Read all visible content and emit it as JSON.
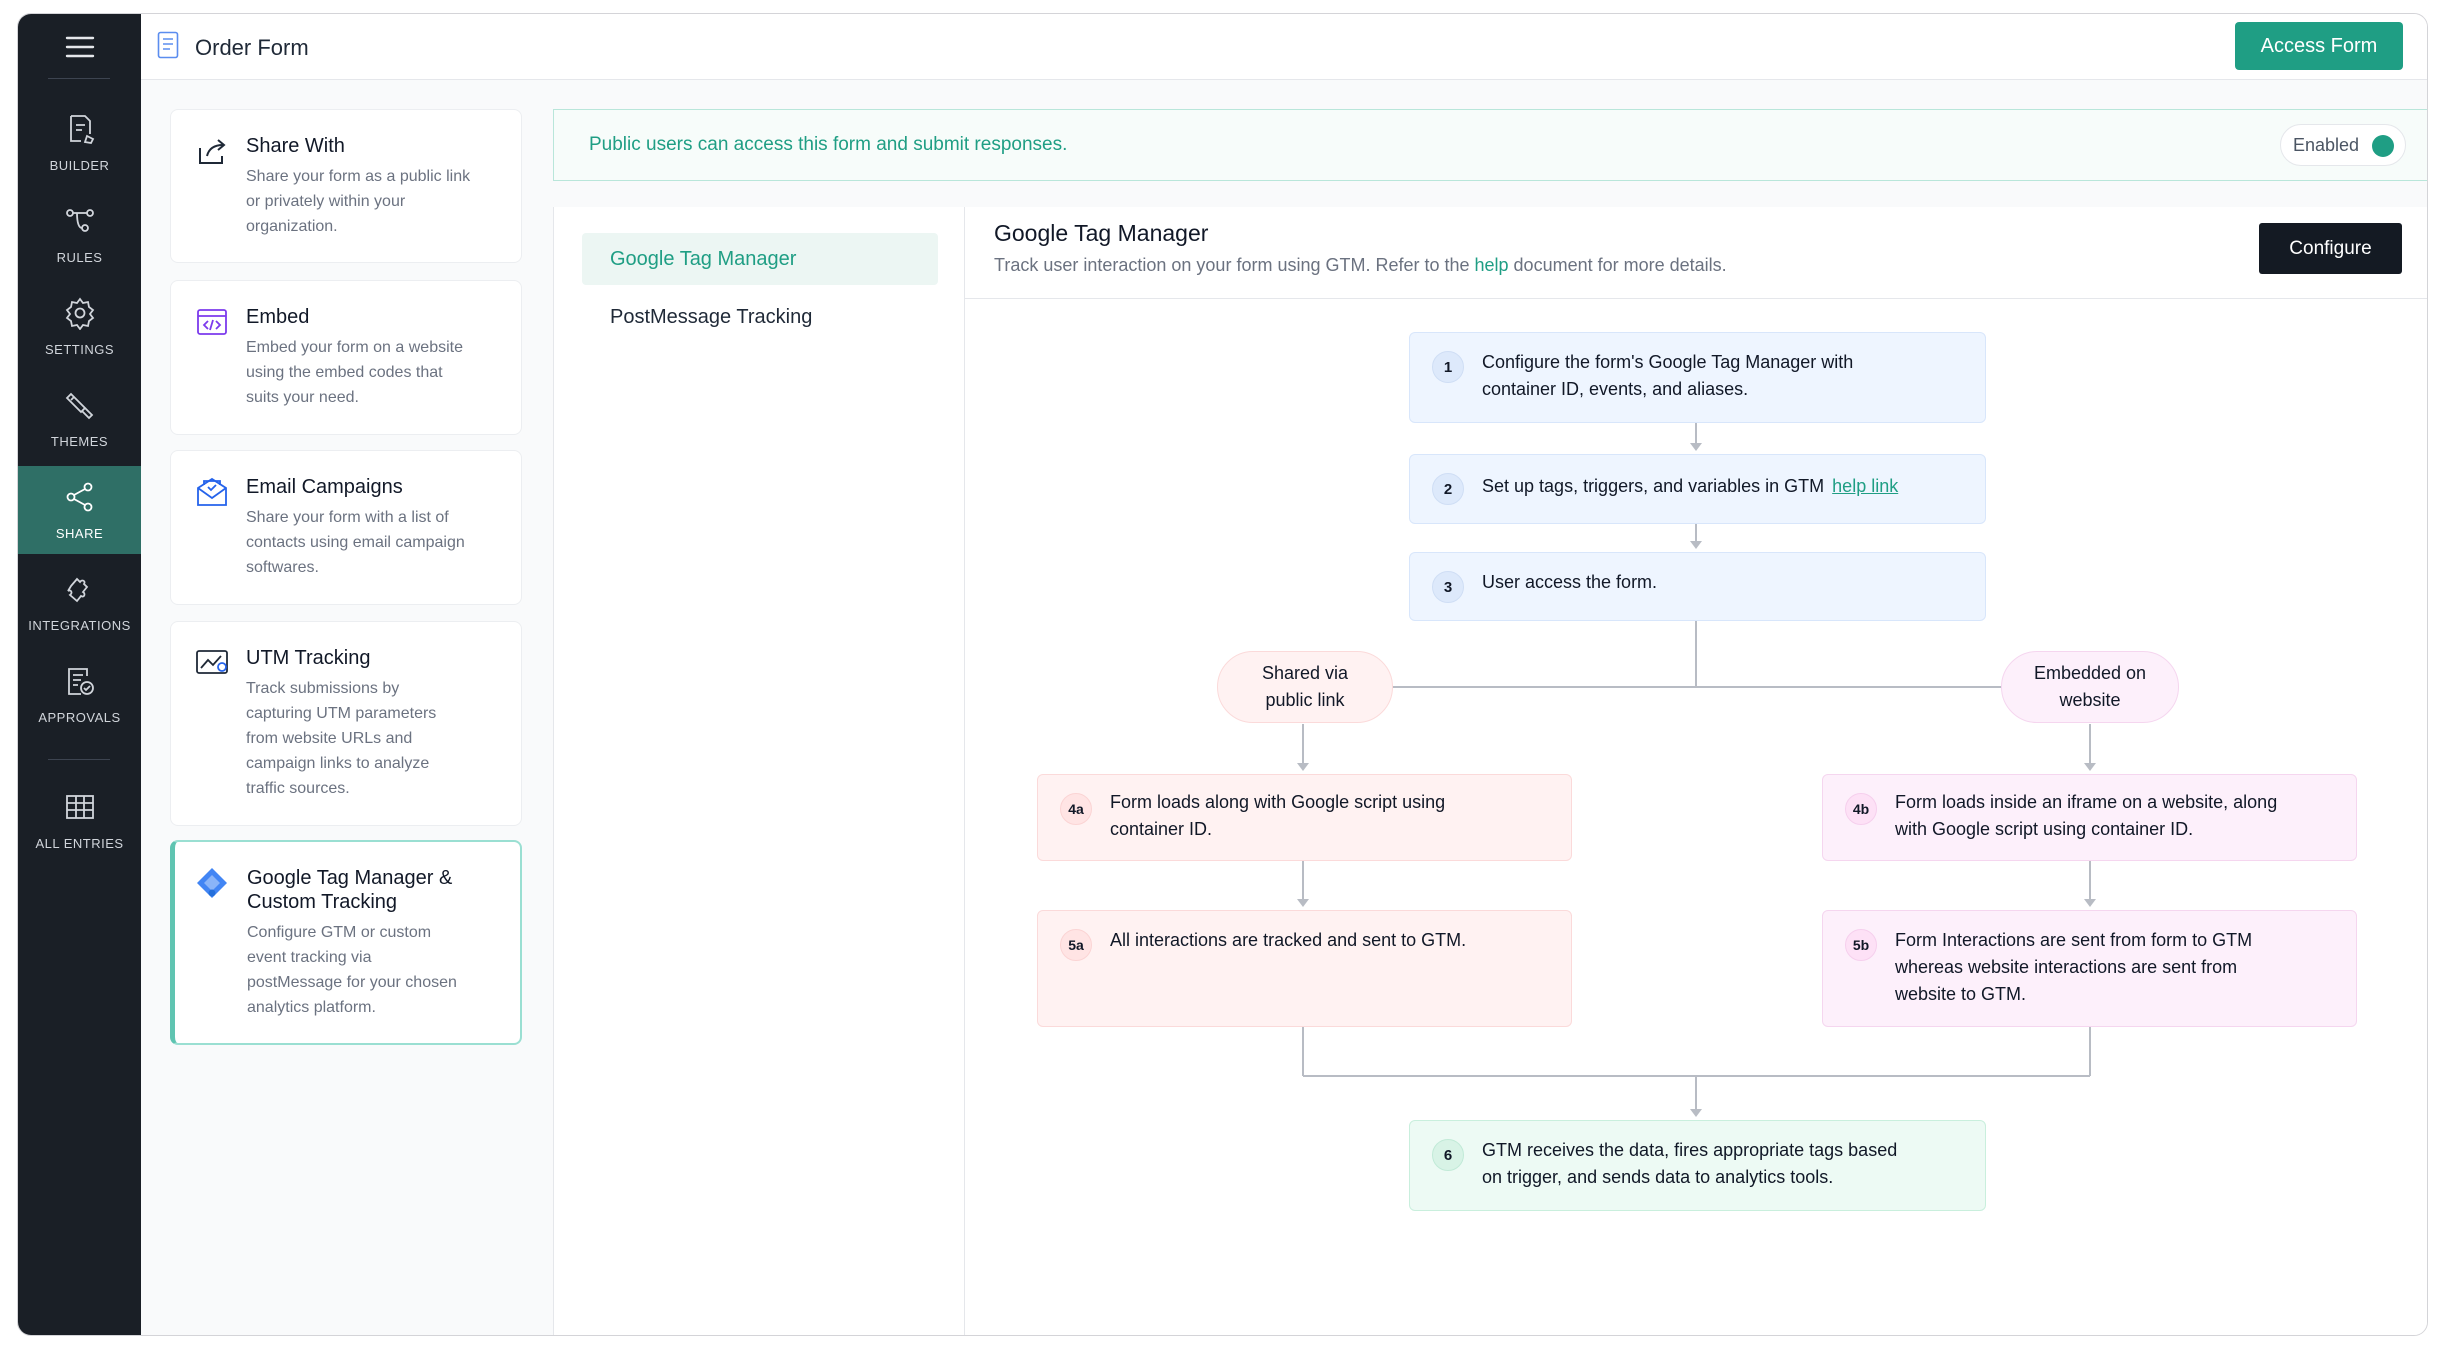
{
  "header": {
    "title": "Order Form",
    "access_button": "Access Form"
  },
  "sidebar": {
    "items": [
      {
        "label": "BUILDER",
        "icon": "builder-icon"
      },
      {
        "label": "RULES",
        "icon": "rules-icon"
      },
      {
        "label": "SETTINGS",
        "icon": "gear-icon"
      },
      {
        "label": "THEMES",
        "icon": "brush-icon"
      },
      {
        "label": "SHARE",
        "icon": "share-icon",
        "active": true
      },
      {
        "label": "INTEGRATIONS",
        "icon": "puzzle-icon"
      },
      {
        "label": "APPROVALS",
        "icon": "approvals-icon"
      },
      {
        "label": "ALL ENTRIES",
        "icon": "grid-icon"
      }
    ]
  },
  "share_options": [
    {
      "title": "Share With",
      "desc": [
        "Share your form as a public link",
        "or privately within your",
        "organization."
      ]
    },
    {
      "title": "Embed",
      "desc": [
        "Embed your form on a website",
        "using the embed codes that",
        "suits your need."
      ]
    },
    {
      "title": "Email Campaigns",
      "desc": [
        "Share your form with a list of",
        "contacts using email campaign",
        "softwares."
      ]
    },
    {
      "title": "UTM Tracking",
      "desc": [
        "Track submissions by",
        "capturing UTM parameters",
        "from website URLs and",
        "campaign links to analyze",
        "traffic sources."
      ]
    },
    {
      "title_lines": [
        "Google Tag Manager &",
        "Custom Tracking"
      ],
      "desc": [
        "Configure GTM or custom",
        "event tracking via",
        "postMessage for your chosen",
        "analytics platform."
      ]
    }
  ],
  "banner": {
    "text": "Public users can access this form and submit responses.",
    "toggle_label": "Enabled",
    "toggle_on": true
  },
  "tabs": [
    "Google Tag Manager",
    "PostMessage Tracking"
  ],
  "detail": {
    "title": "Google Tag Manager",
    "desc_before": "Track user interaction on your form using GTM. Refer to the ",
    "desc_link": "help",
    "desc_after": " document for more details.",
    "configure_button": "Configure"
  },
  "flow": {
    "step1": {
      "num": "1",
      "lines": [
        "Configure the form's Google Tag Manager with",
        "container ID, events, and aliases."
      ]
    },
    "step2": {
      "num": "2",
      "text": "Set up tags, triggers, and variables in GTM",
      "link": "help link"
    },
    "step3": {
      "num": "3",
      "text": "User access the form."
    },
    "branch_a": [
      "Shared via",
      "public link"
    ],
    "branch_b": [
      "Embedded on",
      "website"
    ],
    "step4a": {
      "num": "4a",
      "lines": [
        "Form loads along with Google script using",
        "container ID."
      ]
    },
    "step4b": {
      "num": "4b",
      "lines": [
        "Form loads inside an iframe on a website, along",
        "with Google script using container ID."
      ]
    },
    "step5a": {
      "num": "5a",
      "lines": [
        "All interactions are tracked and sent to GTM."
      ]
    },
    "step5b": {
      "num": "5b",
      "lines": [
        "Form Interactions are sent from form to GTM",
        "whereas website interactions are sent from",
        "website to GTM."
      ]
    },
    "step6": {
      "num": "6",
      "lines": [
        "GTM receives the data, fires appropriate tags based",
        "on trigger, and sends data to analytics tools."
      ]
    }
  },
  "colors": {
    "accent": "#1f9e84",
    "sidebar_bg": "#1a1f26",
    "sidebar_active": "#2f6f66",
    "dark_button": "#141a23"
  }
}
